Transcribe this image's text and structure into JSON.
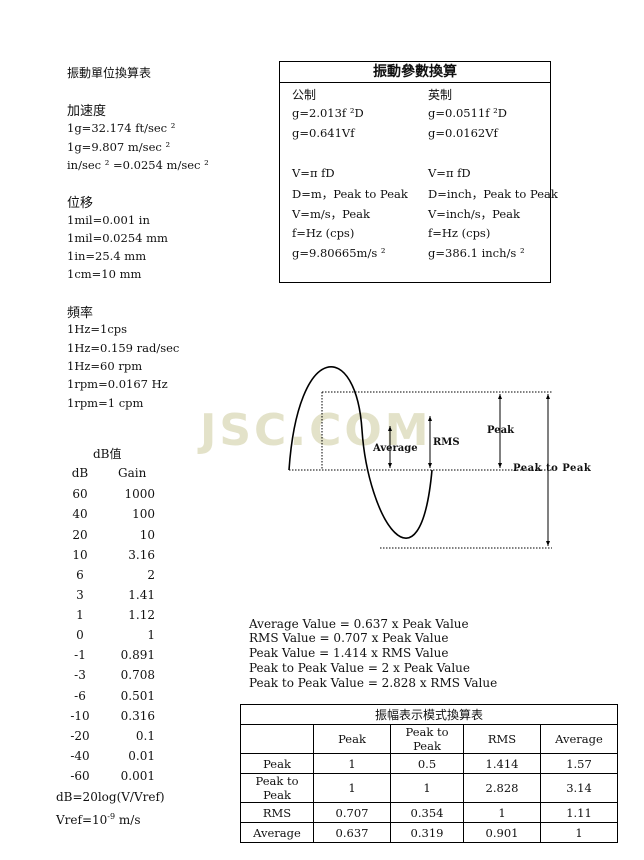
{
  "unit_title": "振動單位換算表",
  "acceleration": {
    "heading": "加速度",
    "lines": [
      "1g=32.174 ft/sec ²",
      "1g=9.807 m/sec ²",
      "in/sec ² =0.0254 m/sec ²"
    ]
  },
  "displacement": {
    "heading": "位移",
    "lines": [
      "1mil=0.001 in",
      "1mil=0.0254 mm",
      "1in=25.4 mm",
      "1cm=10 mm"
    ]
  },
  "frequency": {
    "heading": "頻率",
    "lines": [
      "1Hz=1cps",
      "1Hz=0.159 rad/sec",
      "1Hz=60 rpm",
      "1rpm=0.0167 Hz",
      "1rpm=1 cpm"
    ]
  },
  "db_table": {
    "title": "dB值",
    "col_db": "dB",
    "col_gain": "Gain",
    "rows": [
      [
        "60",
        "1000"
      ],
      [
        "40",
        "100"
      ],
      [
        "20",
        "10"
      ],
      [
        "10",
        "3.16"
      ],
      [
        "6",
        "2"
      ],
      [
        "3",
        "1.41"
      ],
      [
        "1",
        "1.12"
      ],
      [
        "0",
        "1"
      ],
      [
        "-1",
        "0.891"
      ],
      [
        "-3",
        "0.708"
      ],
      [
        "-6",
        "0.501"
      ],
      [
        "-10",
        "0.316"
      ],
      [
        "-20",
        "0.1"
      ],
      [
        "-40",
        "0.01"
      ],
      [
        "-60",
        "0.001"
      ]
    ],
    "formula": "dB=20log(V/Vref)",
    "vref_prefix": "Vref=10",
    "vref_exp": "-9",
    "vref_unit": " m/s"
  },
  "param_box": {
    "title": "振動參數換算",
    "metric": {
      "heading": "公制",
      "lines": [
        "g=2.013f ²D",
        "g=0.641Vf",
        "V=π fD",
        "D=m，Peak to Peak",
        "V=m/s，Peak",
        "f=Hz (cps)",
        "g=9.80665m/s ²"
      ]
    },
    "imperial": {
      "heading": "英制",
      "lines": [
        "g=0.0511f ²D",
        "g=0.0162Vf",
        "V=π fD",
        "D=inch，Peak to Peak",
        "V=inch/s，Peak",
        "f=Hz (cps)",
        "g=386.1 inch/s ²"
      ]
    }
  },
  "diagram": {
    "watermark": "JSC.COM",
    "label_average": "Average",
    "label_rms": "RMS",
    "label_peak": "Peak",
    "label_p2p": "Peak to Peak"
  },
  "relations": [
    "Average Value = 0.637 x Peak Value",
    "RMS Value = 0.707 x Peak Value",
    "Peak Value = 1.414 x RMS Value",
    "Peak to Peak Value = 2 x Peak Value",
    "Peak to Peak Value = 2.828 x RMS Value"
  ],
  "conversion_table": {
    "caption": "振幅表示模式換算表",
    "headers": [
      "",
      "Peak",
      "Peak to Peak",
      "RMS",
      "Average"
    ],
    "rows": [
      [
        "Peak",
        "1",
        "0.5",
        "1.414",
        "1.57"
      ],
      [
        "Peak to Peak",
        "1",
        "1",
        "2.828",
        "3.14"
      ],
      [
        "RMS",
        "0.707",
        "0.354",
        "1",
        "1.11"
      ],
      [
        "Average",
        "0.637",
        "0.319",
        "0.901",
        "1"
      ]
    ]
  }
}
